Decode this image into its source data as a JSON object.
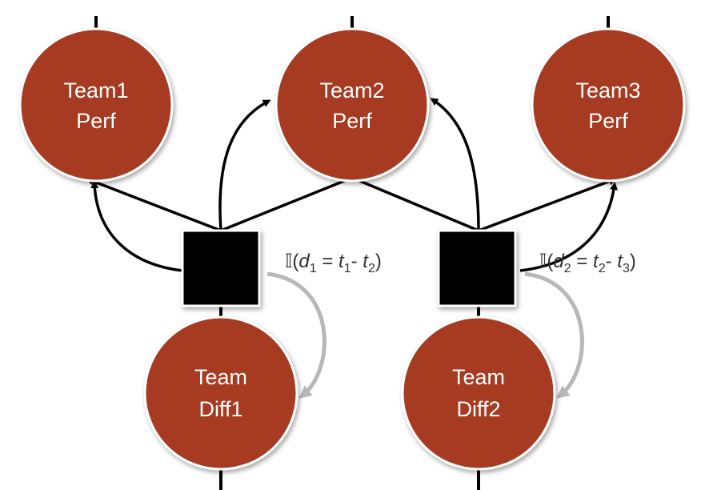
{
  "colors": {
    "node_fill": "#a63a24",
    "node_stroke": "#ffffff",
    "factor_fill": "#000000",
    "edge": "#000000",
    "message_arrow": "#b8b8b8"
  },
  "nodes": {
    "team1_perf": {
      "line1": "Team1",
      "line2": "Perf"
    },
    "team2_perf": {
      "line1": "Team2",
      "line2": "Perf"
    },
    "team3_perf": {
      "line1": "Team3",
      "line2": "Perf"
    },
    "team_diff1": {
      "line1": "Team",
      "line2": "Diff1"
    },
    "team_diff2": {
      "line1": "Team",
      "line2": "Diff2"
    }
  },
  "factors": {
    "factor1": {
      "indicator": "𝕀",
      "open": "(",
      "d": "d",
      "d_sub": "1",
      "eq": " = ",
      "ta": "t",
      "ta_sub": "1",
      "minus": "- ",
      "tb": "t",
      "tb_sub": "2",
      "close": ")"
    },
    "factor2": {
      "indicator": "𝕀",
      "open": "(",
      "d": "d",
      "d_sub": "2",
      "eq": " = ",
      "ta": "t",
      "ta_sub": "2",
      "minus": "- ",
      "tb": "t",
      "tb_sub": "3",
      "close": ")"
    }
  }
}
